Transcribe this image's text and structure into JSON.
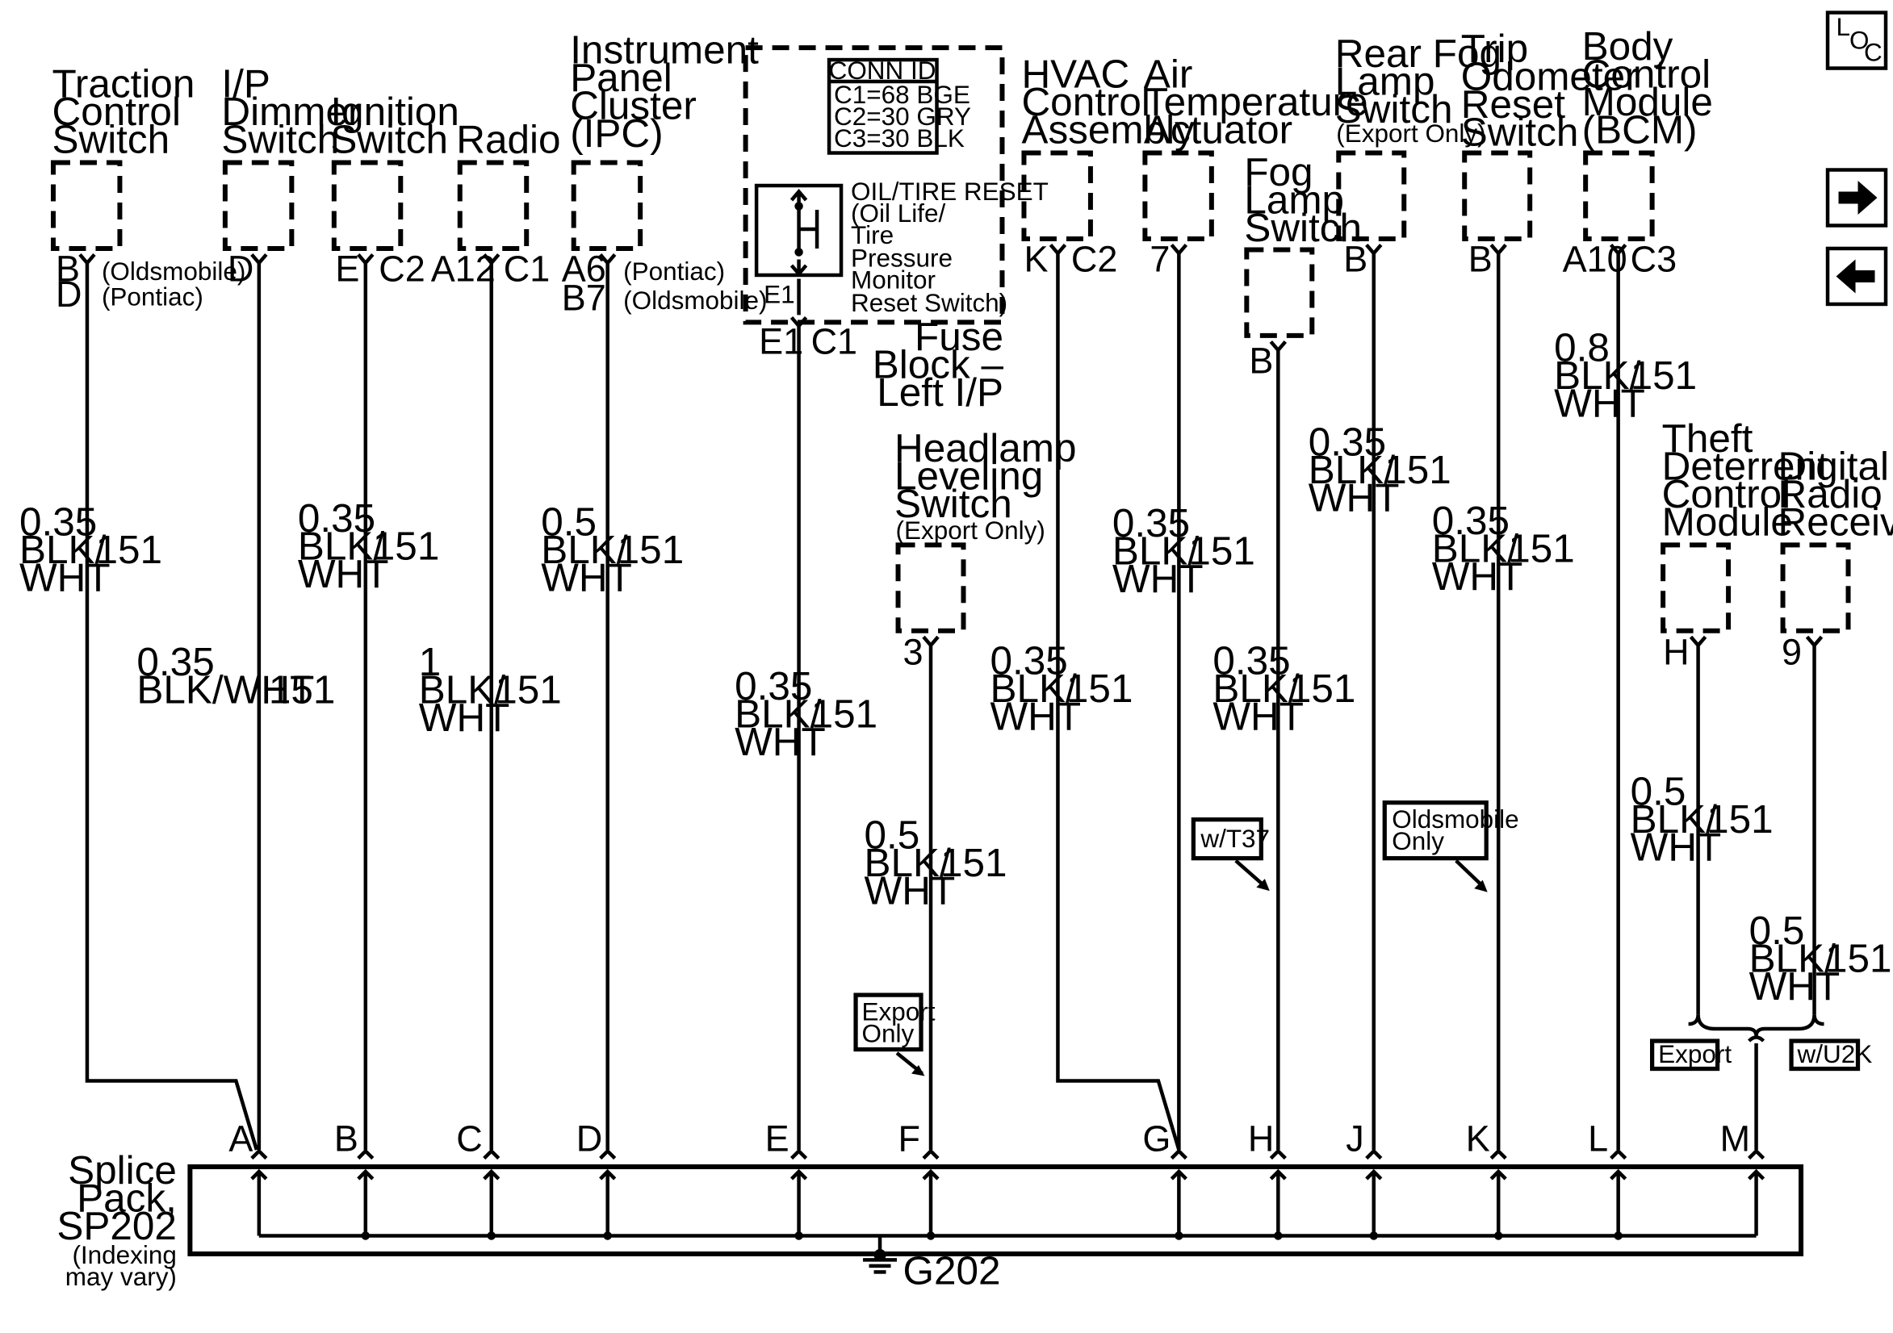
{
  "nav": {
    "loc": [
      "L",
      "O",
      "C"
    ],
    "next_icon": "arrow-right-icon",
    "prev_icon": "arrow-left-icon"
  },
  "components": {
    "traction": {
      "name": [
        "Traction",
        "Control",
        "Switch"
      ],
      "pins": [
        "B",
        "D"
      ],
      "notes": [
        "(Oldsmobile)",
        "(Pontiac)"
      ],
      "wire": [
        "0.35",
        "BLK/",
        "WHT"
      ],
      "circuit": "151"
    },
    "dimmer": {
      "name": [
        "I/P",
        "Dimmer",
        "Switch"
      ],
      "pin": "D",
      "wire": [
        "0.35",
        "BLK/WHT"
      ],
      "circuit": "151"
    },
    "ignition": {
      "name": [
        "Ignition",
        "Switch"
      ],
      "pin": "E",
      "conn": "C2",
      "wire": [
        "0.35",
        "BLK/",
        "WHT"
      ],
      "circuit": "151"
    },
    "radio": {
      "name": [
        "Radio"
      ],
      "pin": "A12",
      "conn": "C1",
      "wire": [
        "1",
        "BLK/",
        "WHT"
      ],
      "circuit": "151"
    },
    "ipc": {
      "name": [
        "Instrument",
        "Panel",
        "Cluster",
        "(IPC)"
      ],
      "pins": [
        "A6",
        "B7"
      ],
      "notes": [
        "(Pontiac)",
        "(Oldsmobile)"
      ],
      "wire": [
        "0.5",
        "BLK/",
        "WHT"
      ],
      "circuit": "151"
    },
    "fuse": {
      "conn_id": [
        "CONN ID",
        "C1=68 BGE",
        "C2=30 GRY",
        "C3=30 BLK"
      ],
      "switch_text": [
        "OIL/TIRE RESET",
        "(Oil Life/",
        "Tire",
        "Pressure",
        "Monitor",
        "Reset Switch)"
      ],
      "inner_pin": "E1",
      "pin": "E1",
      "conn": "C1",
      "name": [
        "Fuse",
        "Block –",
        "Left I/P"
      ],
      "wire": [
        "0.35",
        "BLK/",
        "WHT"
      ],
      "circuit": "151"
    },
    "headlamp": {
      "name": [
        "Headlamp",
        "Leveling",
        "Switch"
      ],
      "note": "(Export Only)",
      "pin": "3",
      "wire": [
        "0.5",
        "BLK/",
        "WHT"
      ],
      "circuit": "151",
      "tag": [
        "Export",
        "Only"
      ]
    },
    "hvac": {
      "name": [
        "HVAC",
        "Control",
        "Assembly"
      ],
      "pin": "K",
      "conn": "C2",
      "wire": [
        "0.35",
        "BLK/",
        "WHT"
      ],
      "circuit": "151"
    },
    "airtemp": {
      "name": [
        "Air",
        "Temperature",
        "Actuator"
      ],
      "pin": "7",
      "wire": [
        "0.35",
        "BLK/",
        "WHT"
      ],
      "circuit": "151"
    },
    "foglamp": {
      "name": [
        "Fog",
        "Lamp",
        "Switch"
      ],
      "pin": "B",
      "wire": [
        "0.35",
        "BLK/",
        "WHT"
      ],
      "circuit": "151",
      "tag": "w/T37"
    },
    "rearfog": {
      "name": [
        "Rear Fog",
        "Lamp",
        "Switch"
      ],
      "note": "(Export Only)",
      "pin": "B",
      "wire": [
        "0.35",
        "BLK/",
        "WHT"
      ],
      "circuit": "151"
    },
    "trip": {
      "name": [
        "Trip",
        "Odometer",
        "Reset",
        "Switch"
      ],
      "pin": "B",
      "wire": [
        "0.35",
        "BLK/",
        "WHT"
      ],
      "circuit": "151",
      "tag": [
        "Oldsmobile",
        "Only"
      ]
    },
    "bcm": {
      "name": [
        "Body",
        "Control",
        "Module",
        "(BCM)"
      ],
      "pin": "A10",
      "conn": "C3",
      "wire": [
        "0.8",
        "BLK/",
        "WHT"
      ],
      "circuit": "151"
    },
    "theft": {
      "name": [
        "Theft",
        "Deterrent",
        "Control",
        "Module"
      ],
      "pin": "H",
      "wire": [
        "0.5",
        "BLK/",
        "WHT"
      ],
      "circuit": "151",
      "tag": "Export"
    },
    "drr": {
      "name": [
        "Digital",
        "Radio",
        "Receiver"
      ],
      "pin": "9",
      "wire": [
        "0.5",
        "BLK/",
        "WHT"
      ],
      "circuit": "151",
      "tag": "w/U2K"
    }
  },
  "splice": {
    "name": [
      "Splice",
      "Pack,",
      "SP202"
    ],
    "note": [
      "(Indexing",
      "may vary)"
    ],
    "pins": [
      "A",
      "B",
      "C",
      "D",
      "E",
      "F",
      "G",
      "H",
      "J",
      "K",
      "L",
      "M"
    ],
    "ground": "G202"
  }
}
